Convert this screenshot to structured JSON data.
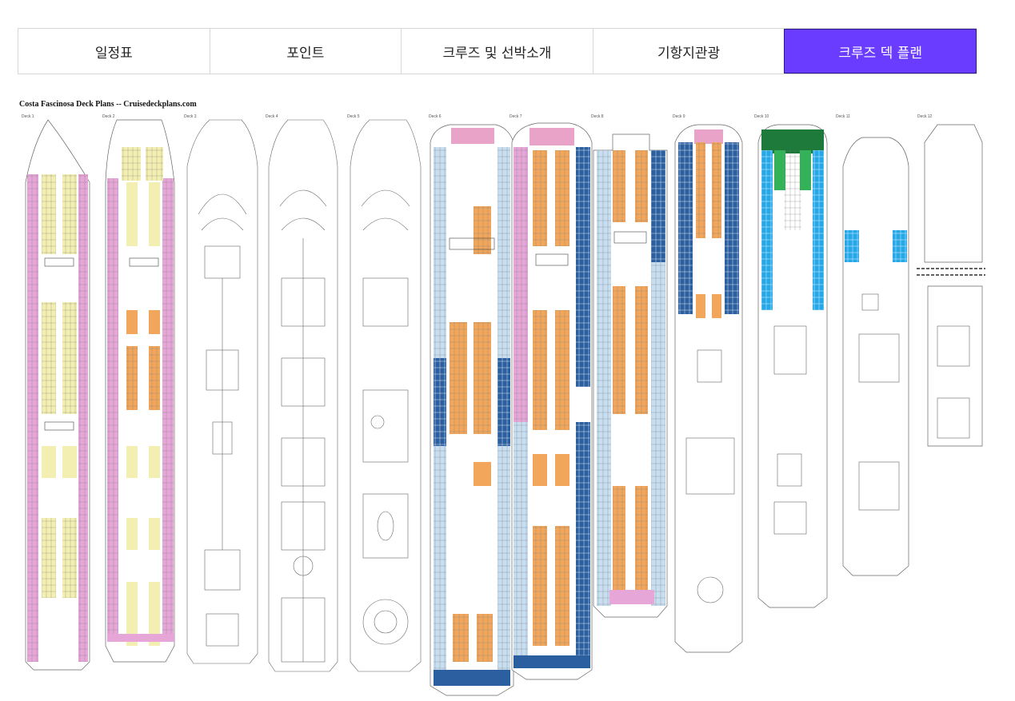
{
  "tabs": [
    {
      "label": "일정표",
      "active": false
    },
    {
      "label": "포인트",
      "active": false
    },
    {
      "label": "크루즈 및 선박소개",
      "active": false
    },
    {
      "label": "기항지관광",
      "active": false
    },
    {
      "label": "크루즈 덱 플랜",
      "active": true
    }
  ],
  "plan_image": {
    "title": "Costa Fascinosa Deck Plans -- Cruisedeckplans.com",
    "decks": [
      {
        "label": "Deck 1"
      },
      {
        "label": "Deck 2"
      },
      {
        "label": "Deck 3"
      },
      {
        "label": "Deck 4"
      },
      {
        "label": "Deck 5"
      },
      {
        "label": "Deck 6"
      },
      {
        "label": "Deck 7"
      },
      {
        "label": "Deck 8"
      },
      {
        "label": "Deck 9"
      },
      {
        "label": "Deck 10"
      },
      {
        "label": "Deck 11"
      },
      {
        "label": "Deck 12"
      }
    ],
    "colors": {
      "inside_cabin": "#f3efb2",
      "oceanview_cabin": "#e7a6d8",
      "balcony_cabin": "#f1a65c",
      "suite_blue": "#2c5fa0",
      "light_blue": "#c8def1",
      "spa_blue": "#26a8e8",
      "spa_green": "#1e7a3a",
      "pink_top": "#e9a3c9"
    }
  }
}
